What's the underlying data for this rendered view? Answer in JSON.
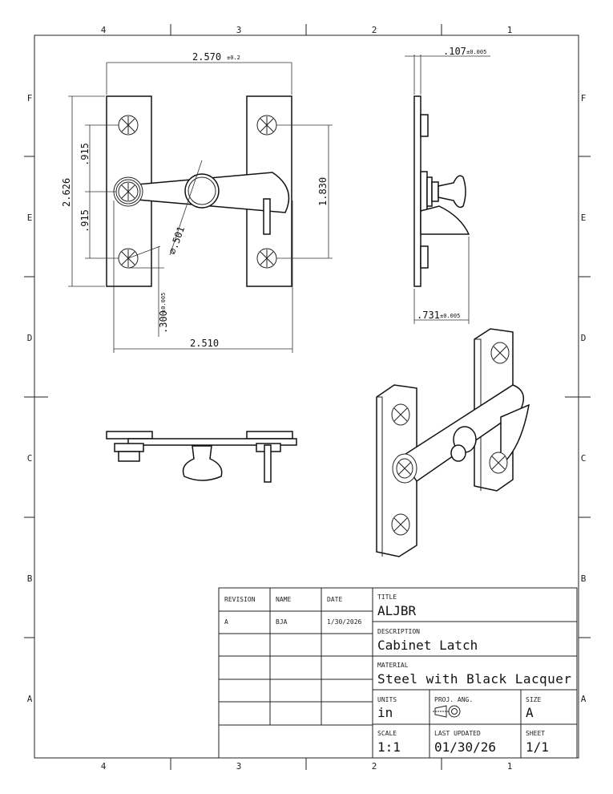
{
  "zones": {
    "columns": [
      "4",
      "3",
      "2",
      "1"
    ],
    "rows": [
      "F",
      "E",
      "D",
      "C",
      "B",
      "A"
    ]
  },
  "dimensions": {
    "overall_width": "2.570",
    "overall_width_tol": "±0.2",
    "overall_height": "2.626",
    "upper_spacing": ".915",
    "lower_spacing": ".915",
    "keeper_spacing": "1.830",
    "knob_diameter": "⌀.501",
    "screw_offset": ".300",
    "screw_offset_tol": "±0.005",
    "hole_span": "2.510",
    "plate_thickness": ".107",
    "plate_thickness_tol": "±0.005",
    "depth": ".731",
    "depth_tol": "±0.005"
  },
  "title_block": {
    "revision_headers": [
      "REVISION",
      "NAME",
      "DATE"
    ],
    "revisions": [
      {
        "revision": "A",
        "name": "BJA",
        "date": "1/30/2026"
      }
    ],
    "title_label": "TITLE",
    "title": "ALJBR",
    "description_label": "DESCRIPTION",
    "description": "Cabinet Latch",
    "material_label": "MATERIAL",
    "material": "Steel with Black Lacquer",
    "units_label": "UNITS",
    "units": "in",
    "projection_label": "PROJ. ANG.",
    "size_label": "SIZE",
    "size": "A",
    "scale_label": "SCALE",
    "scale": "1:1",
    "updated_label": "LAST UPDATED",
    "updated": "01/30/26",
    "sheet_label": "SHEET",
    "sheet": "1/1"
  }
}
